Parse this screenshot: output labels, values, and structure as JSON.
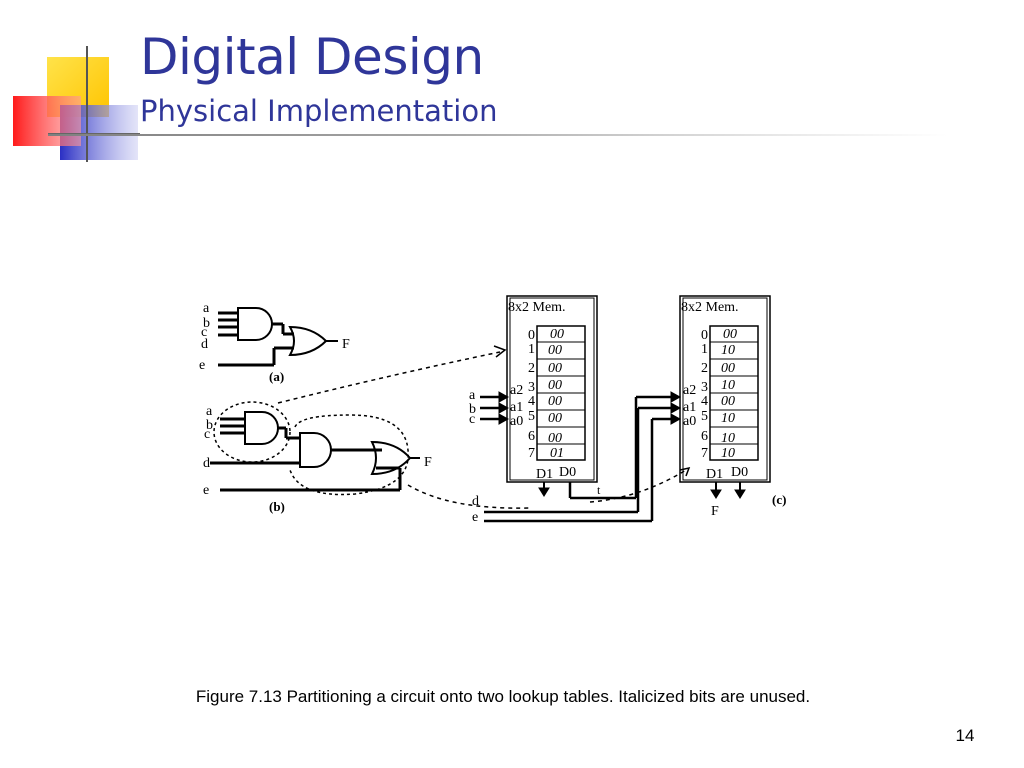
{
  "header": {
    "title": "Digital Design",
    "subtitle": "Physical Implementation"
  },
  "colors": {
    "title": "#2f3699",
    "logo_yellow": "#ffd200",
    "logo_red": "#ff2d2d",
    "logo_blue": "#2f36c9"
  },
  "figure": {
    "labels_a": {
      "inputs": [
        "a",
        "b",
        "c",
        "d",
        "e"
      ],
      "output": "F",
      "tag": "(a)"
    },
    "labels_b": {
      "inputs": [
        "a",
        "b",
        "c",
        "d",
        "e"
      ],
      "output": "F",
      "tag": "(b)"
    },
    "mem1": {
      "title": "8x2 Mem.",
      "addresses": [
        "0",
        "1",
        "2",
        "3",
        "4",
        "5",
        "6",
        "7"
      ],
      "contents": [
        "00",
        "00",
        "00",
        "00",
        "00",
        "00",
        "00",
        "01"
      ],
      "addr_inputs": [
        "a2",
        "a1",
        "a0"
      ],
      "ext_inputs": [
        "a",
        "b",
        "c"
      ],
      "outputs": [
        "D1",
        "D0"
      ],
      "t_label": "t"
    },
    "mem2": {
      "title": "8x2 Mem.",
      "addresses": [
        "0",
        "1",
        "2",
        "3",
        "4",
        "5",
        "6",
        "7"
      ],
      "contents": [
        "00",
        "10",
        "00",
        "10",
        "00",
        "10",
        "10",
        "10"
      ],
      "addr_inputs": [
        "a2",
        "a1",
        "a0"
      ],
      "outputs": [
        "D1",
        "D0"
      ],
      "f_label": "F",
      "tag": "(c)"
    },
    "side_inputs": [
      "d",
      "e"
    ]
  },
  "caption": "Figure 7.13 Partitioning a circuit onto two lookup tables. Italicized bits are unused.",
  "page_number": "14"
}
